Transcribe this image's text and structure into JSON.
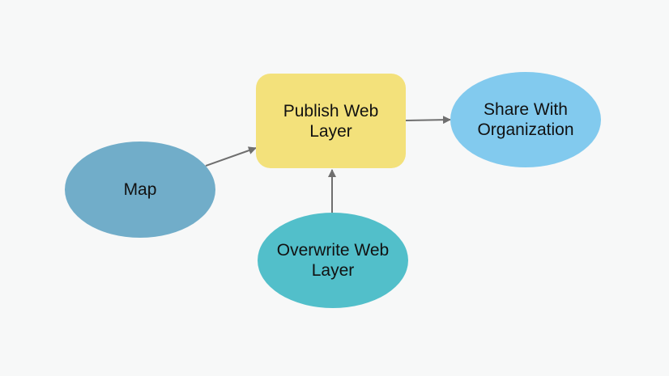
{
  "diagram": {
    "background": "#f7f8f8",
    "edge_color": "#6f6f6f",
    "nodes": {
      "map": {
        "label": "Map",
        "shape": "ellipse",
        "color": "#71adc9"
      },
      "publish": {
        "label": "Publish Web\nLayer",
        "shape": "rounded-rectangle",
        "color": "#f3e17b"
      },
      "share": {
        "label": "Share With\nOrganization",
        "shape": "ellipse",
        "color": "#82caee"
      },
      "overwrite": {
        "label": "Overwrite Web\nLayer",
        "shape": "ellipse",
        "color": "#52bfca"
      }
    },
    "edges": [
      {
        "from": "map",
        "to": "publish"
      },
      {
        "from": "overwrite",
        "to": "publish"
      },
      {
        "from": "publish",
        "to": "share"
      }
    ]
  }
}
